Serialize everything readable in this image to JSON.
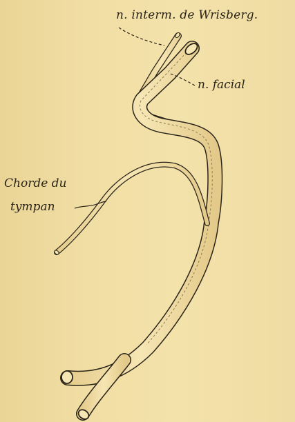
{
  "labels": {
    "wrisberg": "n. interm. de Wrisberg.",
    "facial": "n. facial",
    "chorde_line1": "Chorde du",
    "chorde_line2": "tympan"
  },
  "colors": {
    "paper": "#efdca0",
    "ink": "#2a2418"
  }
}
